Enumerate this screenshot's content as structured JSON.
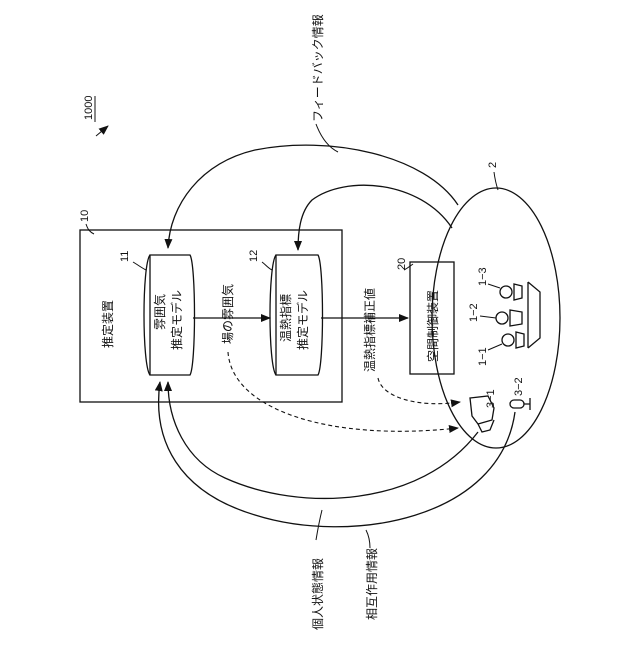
{
  "figure": {
    "system_ref": "1000",
    "space_ref": "2"
  },
  "device": {
    "ref": "10",
    "label": "推定装置"
  },
  "model_11": {
    "ref": "11",
    "line1": "雰囲気",
    "line2": "推定モデル"
  },
  "model_12": {
    "ref": "12",
    "line1": "温熱指標",
    "line2": "推定モデル"
  },
  "controller": {
    "ref": "20",
    "label": "空間制御装置"
  },
  "arrows": {
    "atmosphere": "場の雰囲気",
    "correction": "温熱指標補正値",
    "feedback": "フィードバック情報",
    "personal": "個人状態情報",
    "interaction": "相互作用情報"
  },
  "people": {
    "p1": "1−1",
    "p2": "1−2",
    "p3": "1−3"
  },
  "sensors": {
    "camera": "3−1",
    "mic": "3−2"
  }
}
